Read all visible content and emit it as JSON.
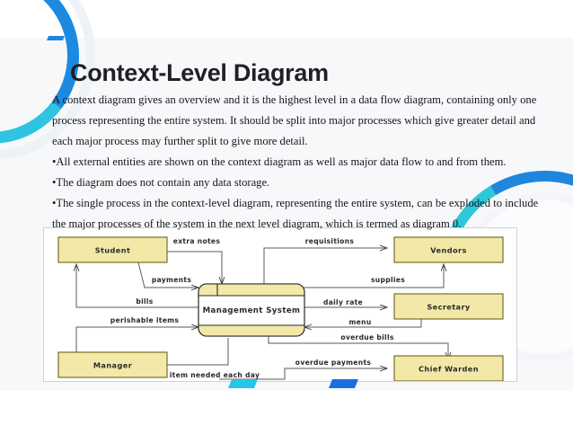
{
  "slide": {
    "title": "Context-Level Diagram",
    "paragraphs": [
      "A context diagram gives an overview and it is the highest level in a data flow diagram, containing only one process representing the entire system. It should be split into major processes which give greater detail and each major process may further split to give more detail.",
      "•All external entities are shown on the context diagram as well as major data flow to and from them.",
      "•The diagram does not contain any data storage.",
      "•The single process in the context-level diagram, representing the entire system, can be exploded to include the major processes of the system in the next level diagram, which is termed as diagram 0."
    ]
  },
  "colors": {
    "entity_fill": "#f2e9a8",
    "entity_stroke": "#8a7a20",
    "process_fill": "#f2e9a8",
    "process_stroke": "#333333",
    "accent_blue": "#1f86de",
    "accent_cyan": "#25c6e8",
    "arrow": "#4a4a4a",
    "title_color": "#1f2124",
    "diagram_bg": "#ffffff"
  },
  "diagram": {
    "type": "context-level-data-flow-diagram",
    "process": {
      "name": "Management System",
      "id": "p0"
    },
    "entities": [
      {
        "id": "student",
        "label": "Student",
        "position": "top-left"
      },
      {
        "id": "vendors",
        "label": "Vendors",
        "position": "top-right"
      },
      {
        "id": "secretary",
        "label": "Secretary",
        "position": "middle-right"
      },
      {
        "id": "manager",
        "label": "Manager",
        "position": "bottom-left"
      },
      {
        "id": "warden",
        "label": "Chief Warden",
        "position": "bottom-right"
      }
    ],
    "flows": [
      {
        "label": "extra notes",
        "from": "student",
        "to": "process"
      },
      {
        "label": "payments",
        "from": "student",
        "to": "process"
      },
      {
        "label": "bills",
        "from": "process",
        "to": "student"
      },
      {
        "label": "requisitions",
        "from": "process",
        "to": "vendors"
      },
      {
        "label": "supplies",
        "from": "process",
        "to": "vendors"
      },
      {
        "label": "daily rate",
        "from": "process",
        "to": "secretary"
      },
      {
        "label": "menu",
        "from": "secretary",
        "to": "process"
      },
      {
        "label": "overdue bills",
        "from": "process",
        "to": "warden"
      },
      {
        "label": "overdue payments",
        "from": "process",
        "to": "warden"
      },
      {
        "label": "perishable items",
        "from": "manager",
        "to": "process"
      },
      {
        "label": "item needed each day",
        "from": "process",
        "to": "manager"
      }
    ]
  }
}
